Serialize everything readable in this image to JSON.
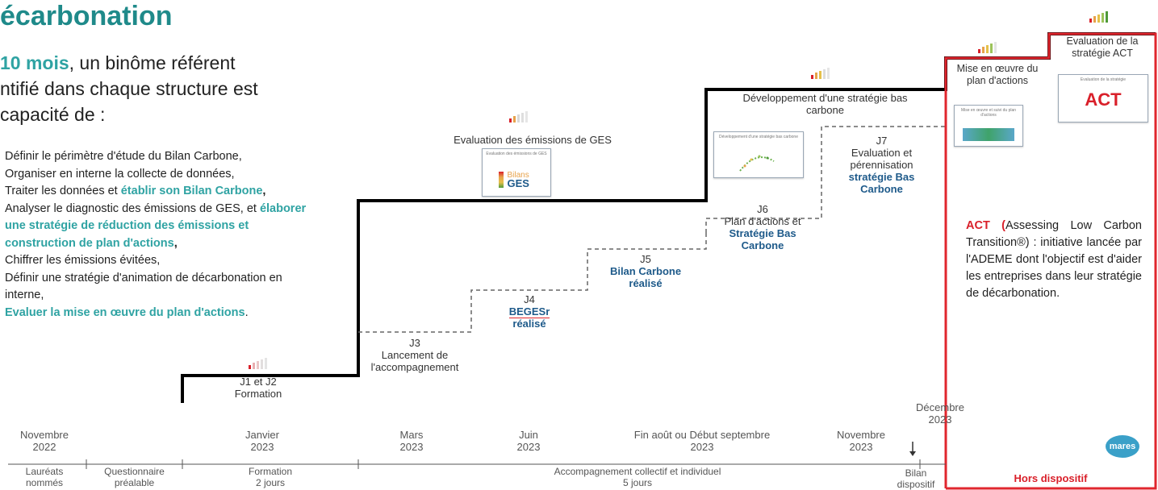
{
  "title": "écarbonation",
  "intro": {
    "highlight": "10 mois",
    "line1_rest": ", un binôme référent",
    "line2": "ntifié dans chaque structure est",
    "line3": "capacité de  :"
  },
  "tasks": [
    {
      "plain": "Définir le périmètre d'étude  du Bilan Carbone,"
    },
    {
      "plain": "Organiser en interne la collecte de données,"
    },
    {
      "plain": "Traiter les données et ",
      "strong": "établir son Bilan Carbone",
      "tail": ","
    },
    {
      "plain": "Analyser le diagnostic des émissions de GES, et ",
      "strong": "élaborer une stratégie de réduction des émissions et construction de plan d'actions",
      "tail": ","
    },
    {
      "plain": "Chiffrer les émissions évitées,"
    },
    {
      "plain": "Définir une stratégie d'animation de décarbonation en interne,"
    },
    {
      "plain": "",
      "strong": "Evaluer la mise en œuvre du plan d'actions",
      "tail": "."
    }
  ],
  "steps": {
    "j1j2": {
      "code": "J1 et J2",
      "label": "Formation"
    },
    "j3": {
      "code": "J3",
      "label1": "Lancement de",
      "label2": "l'accompagnement"
    },
    "j4": {
      "code": "J4",
      "label1": "BEGESr",
      "label2": "réalisé"
    },
    "j5": {
      "code": "J5",
      "label1": "Bilan Carbone",
      "label2": "réalisé"
    },
    "j6": {
      "code": "J6",
      "label1": "Plan d'actions et",
      "label2": "Stratégie Bas",
      "label3": "Carbone"
    },
    "j7": {
      "code": "J7",
      "label1": "Evaluation et",
      "label2": "pérennisation",
      "label3": "stratégie Bas",
      "label4": "Carbone"
    }
  },
  "stages": {
    "ges": {
      "title": "Evaluation des émissions de GES",
      "card_caption": "Evaluation des émissions de GES",
      "logo_top": "Bilans",
      "logo_bottom": "GES"
    },
    "strategy": {
      "title1": "Développement d'une stratégie bas",
      "title2": "carbone",
      "card_caption": "Développement d'une stratégie bas carbone"
    },
    "plan": {
      "title1": "Mise en œuvre du",
      "title2": "plan d'actions",
      "card_caption": "Mise en œuvre et suivi du plan d'actions"
    },
    "act": {
      "title1": "Evaluation de la",
      "title2": "stratégie ACT",
      "card_caption": "Evaluation de la stratégie",
      "logo": "ACT"
    }
  },
  "act_box": {
    "acronym": "ACT",
    "paren_open": " (",
    "expansion": "Assessing Low Carbon Transition®) :",
    "body": "initiative lancée par l'ADEME dont l'objectif est d'aider les entreprises dans leur stratégie de décarbonation."
  },
  "timeline": {
    "dates": [
      {
        "line1": "Novembre",
        "line2": "2022"
      },
      {
        "line1": "Janvier",
        "line2": "2023"
      },
      {
        "line1": "Mars",
        "line2": "2023"
      },
      {
        "line1": "Juin",
        "line2": "2023"
      },
      {
        "line1": "Fin août ou Début septembre",
        "line2": "2023"
      },
      {
        "line1": "Novembre",
        "line2": "2023"
      }
    ],
    "december": {
      "line1": "Décembre",
      "line2": "2023"
    },
    "phases": [
      {
        "line1": "Lauréats",
        "line2": "nommés"
      },
      {
        "line1": "Questionnaire",
        "line2": "préalable"
      },
      {
        "line1": "Formation",
        "line2": "2 jours"
      },
      {
        "line1": "Accompagnement collectif et individuel",
        "line2": "5 jours"
      },
      {
        "line1": "Bilan",
        "line2": "dispositif"
      }
    ],
    "hors": "Hors dispositif",
    "logo": "mares"
  },
  "colors": {
    "teal": "#2fa3a3",
    "title_teal": "#1f8a8a",
    "red_frame": "#e0262e",
    "step_blue": "#1e5a8a"
  }
}
